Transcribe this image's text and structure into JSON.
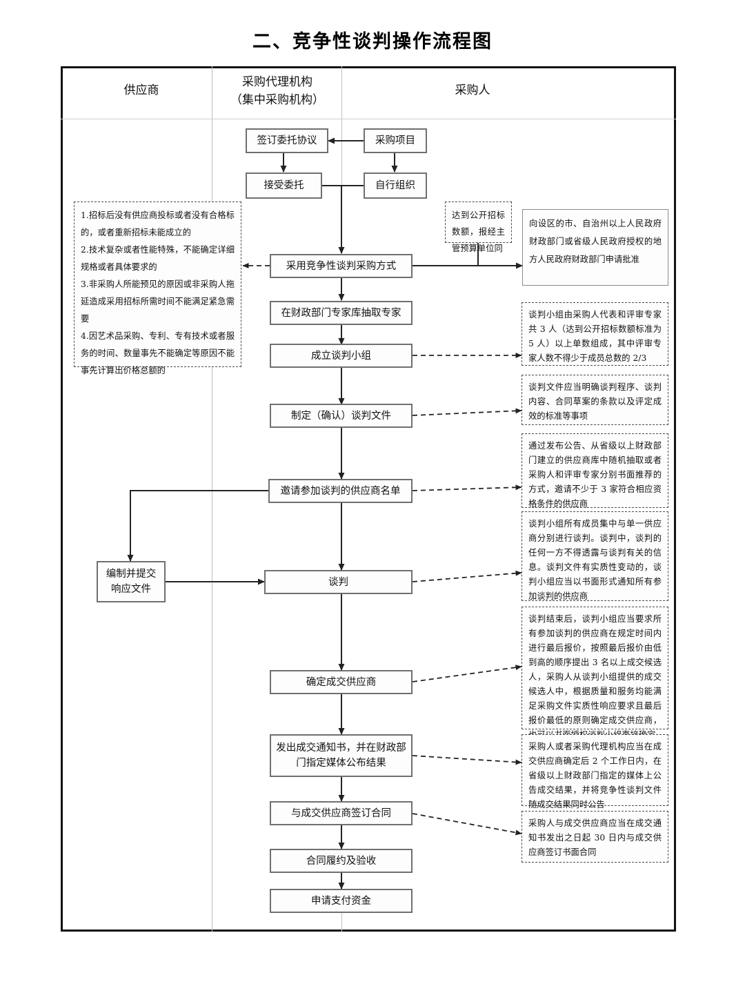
{
  "title": "二、竞争性谈判操作流程图",
  "columns": [
    {
      "id": "supplier",
      "label": "供应商"
    },
    {
      "id": "agency",
      "label_line1": "采购代理机构",
      "label_line2": "（集中采购机构）"
    },
    {
      "id": "purchaser",
      "label": "采购人"
    }
  ],
  "nodes": {
    "sign_entrust": "签订委托协议",
    "procurement_project": "采购项目",
    "accept_entrust": "接受委托",
    "self_organize": "自行组织",
    "adopt_method": "采用竞争性谈判采购方式",
    "draw_experts": "在财政部门专家库抽取专家",
    "form_group": "成立谈判小组",
    "make_docs": "制定（确认）谈判文件",
    "invite_list": "邀请参加谈判的供应商名单",
    "prepare_response": "编制并提交\n响应文件",
    "prepare_response_l1": "编制并提交",
    "prepare_response_l2": "响应文件",
    "negotiate": "谈判",
    "determine_supplier": "确定成交供应商",
    "issue_notice_l1": "发出成交通知书，并在财政部",
    "issue_notice_l2": "门指定媒体公布结果",
    "sign_contract": "与成交供应商签订合同",
    "perform_accept": "合同履约及验收",
    "apply_payment": "申请支付资金"
  },
  "notes": {
    "conditions": {
      "items": [
        "1.招标后没有供应商投标或者没有合格标的，或者重新招标未能成立的",
        "2.技术复杂或者性能特殊，不能确定详细规格或者具体要求的",
        "3.非采购人所能预见的原因或非采购人拖延造成采用招标所需时间不能满足紧急需要",
        "4.因艺术品采购、专利、专有技术或者服务的时间、数量事先不能确定等原因不能事先计算出价格总额的"
      ]
    },
    "reach_open_tender": "达到公开招标数额，报经主管预算单位同",
    "apply_approval": "向设区的市、自治州以上人民政府财政部门或省级人民政府授权的地方人民政府财政部门申请批准",
    "group_composition": "谈判小组由采购人代表和评审专家共 3 人（达到公开招标数额标准为 5 人）以上单数组成，其中评审专家人数不得少于成员总数的 2/3",
    "doc_requirements": "谈判文件应当明确谈判程序、谈判内容、合同草案的条款以及评定成效的标准等事项",
    "invite_rule": "通过发布公告、从省级以上财政部门建立的供应商库中随机抽取或者采购人和评审专家分别书面推荐的方式，邀请不少于 3 家符合相应资格条件的供应商",
    "negotiation_rule": "谈判小组所有成员集中与单一供应商分别进行谈判。谈判中，谈判的任何一方不得透露与谈判有关的信息。谈判文件有实质性变动的，谈判小组应当以书面形式通知所有参加谈判的供应商",
    "final_quote_rule": "谈判结束后，谈判小组应当要求所有参加谈判的供应商在规定时间内进行最后报价，按照最后报价由低到高的顺序提出 3 名以上成交候选人，采购人从谈判小组提供的成交候选人中，根据质量和服务均能满足采购文件实质性响应要求且最后报价最低的原则确定成交供应商，也可以书面授权谈判小组直接确定",
    "announce_rule": "采购人或者采购代理机构应当在成交供应商确定后 2 个工作日内，在省级以上财政部门指定的媒体上公告成交结果，并将竞争性谈判文件随成交结果同时公告",
    "contract_rule": "采购人与成交供应商应当在成交通知书发出之日起 30 日内与成交供应商签订书面合同"
  }
}
